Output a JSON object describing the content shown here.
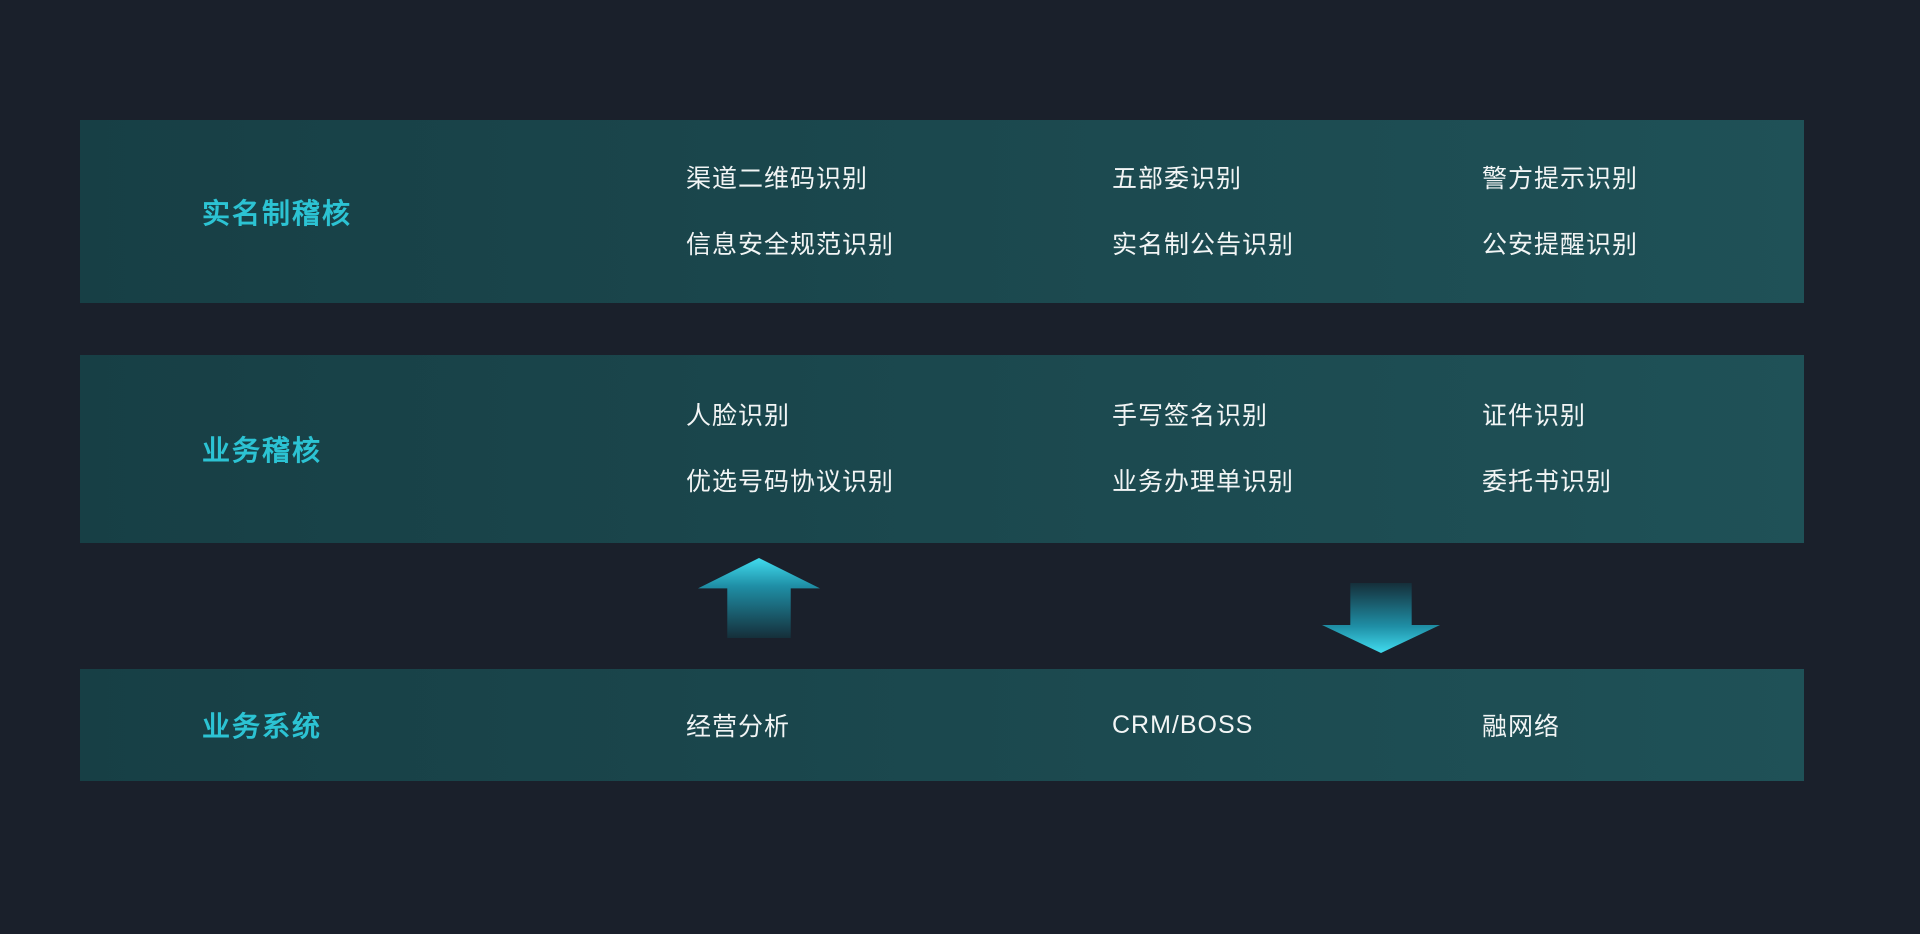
{
  "colors": {
    "background": "#1a202b",
    "band-dark": "#173f45",
    "band-light": "#1f5157",
    "accent": "#2cc3d3",
    "text": "#f2f5f5",
    "arrow-bright": "#41dcef",
    "arrow-dark": "#152f3a"
  },
  "rows": [
    {
      "label": "实名制稽核",
      "columns": [
        [
          "渠道二维码识别",
          "信息安全规范识别"
        ],
        [
          "五部委识别",
          "实名制公告识别"
        ],
        [
          "警方提示识别",
          "公安提醒识别"
        ]
      ]
    },
    {
      "label": "业务稽核",
      "columns": [
        [
          "人脸识别",
          "优选号码协议识别"
        ],
        [
          "手写签名识别",
          "业务办理单识别"
        ],
        [
          "证件识别",
          "委托书识别"
        ]
      ]
    }
  ],
  "bottom_row": {
    "label": "业务系统",
    "items": [
      "经营分析",
      "CRM/BOSS",
      "融网络"
    ]
  },
  "icons": {
    "up_arrow": "up-arrow",
    "down_arrow": "down-arrow"
  }
}
